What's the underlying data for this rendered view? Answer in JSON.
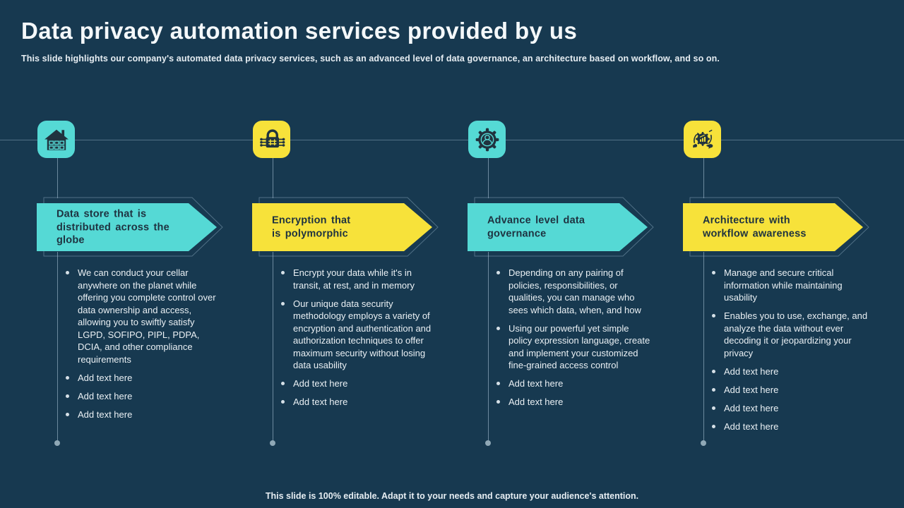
{
  "slide": {
    "title": "Data privacy automation services provided by us",
    "subtitle": "This slide highlights our company's automated data privacy services, such as an advanced level of data governance, an architecture based on workflow, and so on.",
    "footer": "This slide is 100% editable. Adapt it to your needs and capture your audience's attention."
  },
  "colors": {
    "background": "#173950",
    "teal_accent": "#55D9D5",
    "yellow_accent": "#F7E23A",
    "arrow_text": "#1E3240",
    "body_text": "#EAF0F4"
  },
  "columns": [
    {
      "accent": "teal",
      "icon": "data-store-building-icon",
      "title": "Data store that is distributed across the globe",
      "bullets": [
        "We can conduct your cellar anywhere on the planet while offering you complete control over data ownership and access, allowing you to swiftly satisfy LGPD, SOFIPO, PIPL, PDPA, DCIA, and other compliance requirements",
        "Add text here",
        "Add text here",
        "Add text here"
      ]
    },
    {
      "accent": "yellow",
      "icon": "polymorphic-encryption-lock-icon",
      "title": "Encryption that is polymorphic",
      "bullets": [
        "Encrypt your data while it's in transit, at rest, and in memory",
        "Our unique data security methodology employs a variety of encryption and authentication and authorization techniques to offer maximum security without losing data usability",
        "Add text here",
        "Add text here"
      ]
    },
    {
      "accent": "teal",
      "icon": "user-gear-icon",
      "title": "Advance level data governance",
      "bullets": [
        "Depending on any pairing of policies, responsibilities, or qualities, you can manage who sees which data, when, and how",
        "Using our powerful yet simple policy expression language, create and implement your customized fine-grained access control",
        "Add text here",
        "Add text here"
      ]
    },
    {
      "accent": "yellow",
      "icon": "workflow-automation-icon",
      "title": "Architecture with workflow awareness",
      "bullets": [
        "Manage and secure critical information while maintaining usability",
        "Enables you to use, exchange, and analyze the data without ever decoding it or jeopardizing your privacy",
        "Add text here",
        "Add text here",
        "Add text here",
        "Add text here"
      ]
    }
  ]
}
